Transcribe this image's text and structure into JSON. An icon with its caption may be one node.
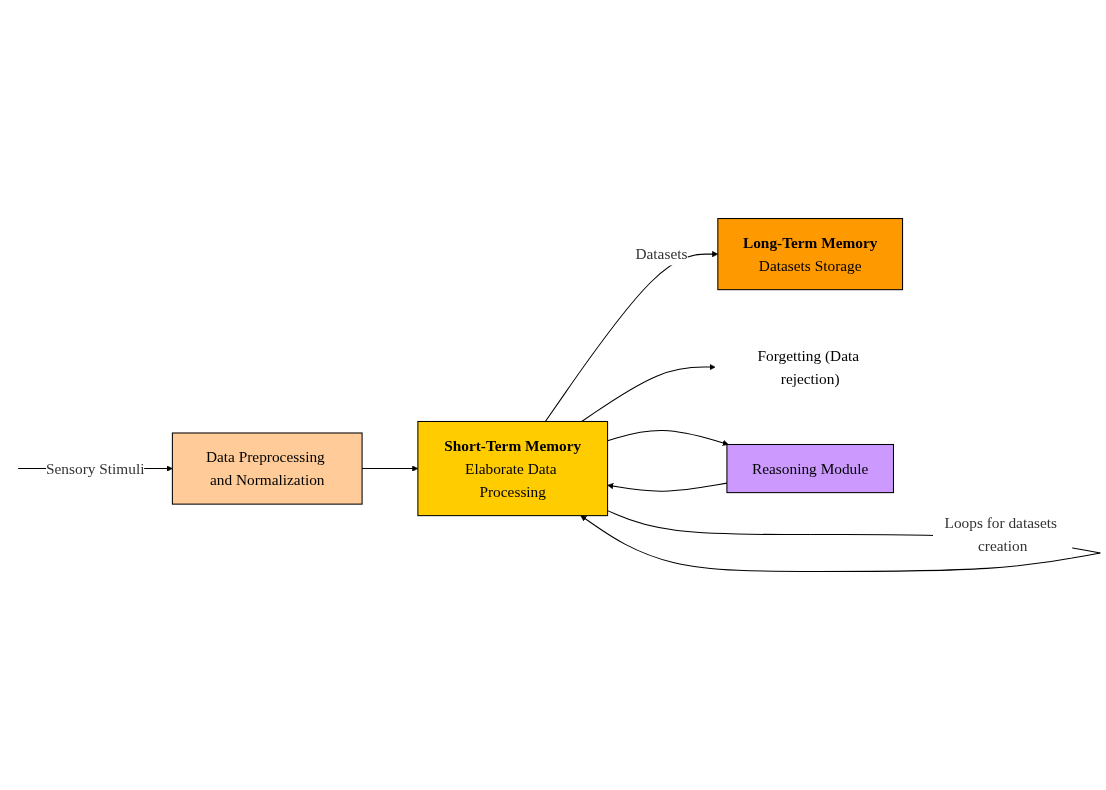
{
  "diagram": {
    "nodes": [
      {
        "text": [
          "Long-Term Memory",
          "Datasets Storage"
        ]
      },
      {
        "text": [
          "Data Preprocessing and Normalization"
        ]
      },
      {
        "text": [
          "Short-Term Memory",
          "Elaborate Data Processing"
        ]
      },
      {
        "text": [
          "Forgetting (Data rejection)"
        ]
      },
      {
        "text": [
          "Reasoning Module"
        ]
      }
    ],
    "edges": [
      {
        "from": 2,
        "to": 0,
        "arrow": "to",
        "label": "Datasets"
      },
      {
        "from": null,
        "to": 1,
        "arrow": "to",
        "label": "Sensory Stimuli"
      },
      {
        "from": 1,
        "to": 2,
        "arrow": "to"
      },
      {
        "from": 2,
        "to": 2,
        "arrow": "to",
        "label": "Loops for datasets creation"
      },
      {
        "from": 2,
        "to": 3,
        "arrow": "to"
      },
      {
        "from": 2,
        "to": 4,
        "arrow": "to"
      },
      {
        "from": 4,
        "to": 2,
        "arrow": "to"
      }
    ]
  }
}
